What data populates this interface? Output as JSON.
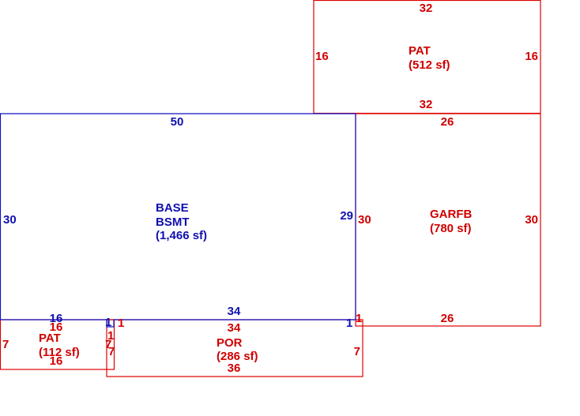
{
  "colors": {
    "patio": "#e00000",
    "garage": "#e00000",
    "porch": "#e00000",
    "base": "#1010c0"
  },
  "areas": {
    "pat_top": {
      "name": "PAT",
      "area": "(512 sf)",
      "dims": {
        "top": "32",
        "bottom": "32",
        "left": "16",
        "right": "16"
      }
    },
    "base": {
      "name": "BASE",
      "sub": "BSMT",
      "area": "(1,466 sf)",
      "dims": {
        "top": "50",
        "left": "30",
        "right": "29",
        "bottom": "34",
        "bottom_left": "16",
        "jog_left": "1",
        "jog_right": "1"
      }
    },
    "garfb": {
      "name": "GARFB",
      "area": "(780 sf)",
      "dims": {
        "top": "26",
        "bottom": "26",
        "left": "30",
        "right": "30",
        "jog": "1"
      }
    },
    "pat_small": {
      "name": "PAT",
      "area": "(112 sf)",
      "dims": {
        "top": "16",
        "bottom": "16",
        "left": "7",
        "right": "7"
      }
    },
    "por": {
      "name": "POR",
      "area": "(286 sf)",
      "dims": {
        "top": "34",
        "bottom": "36",
        "left": "7",
        "right": "7",
        "jog_left": "1",
        "jog_left_b": "1"
      }
    }
  }
}
